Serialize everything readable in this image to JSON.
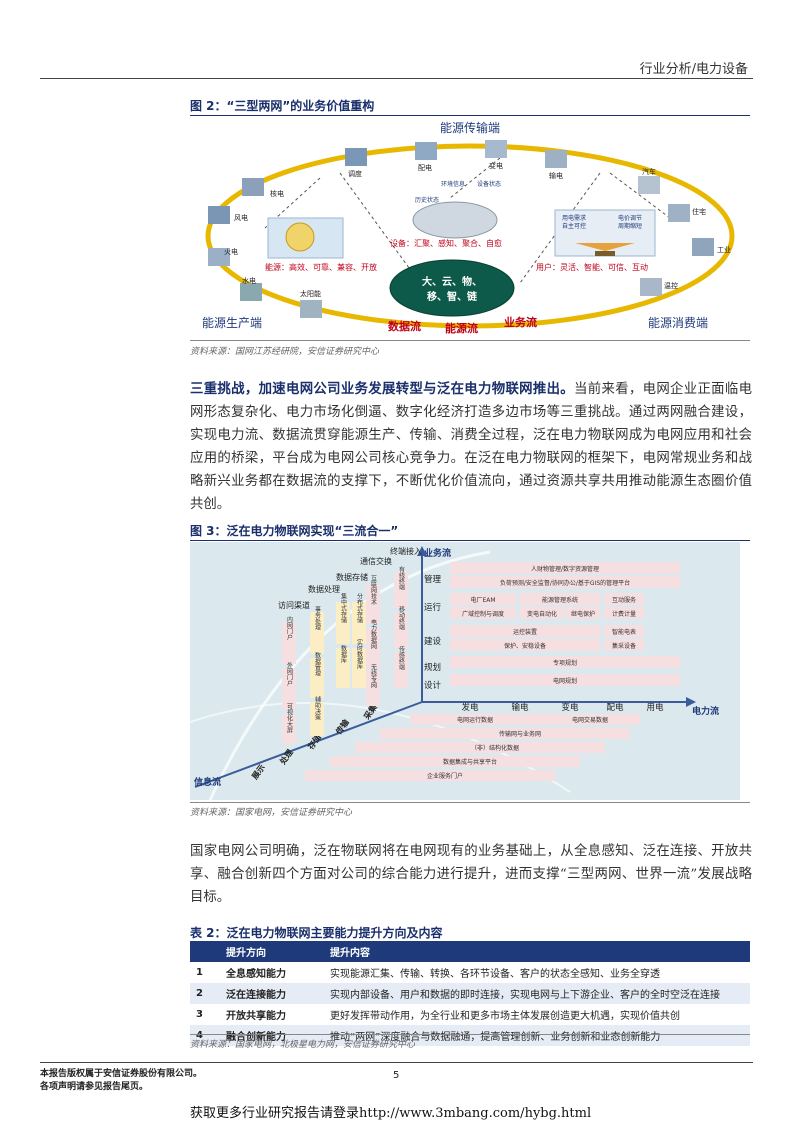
{
  "header": {
    "section": "行业分析/电力设备"
  },
  "figure2": {
    "title": "图 2：“三型两网”的业务价值重构",
    "source": "资料来源：国网江苏经研院，安信证券研究中心",
    "labels": {
      "transmission_end": "能源传输端",
      "production_end": "能源生产端",
      "consumption_end": "能源消费端",
      "center": [
        "大、云、物、",
        "移、智、链"
      ],
      "left_box": "能源：高效、可靠、兼容、开放",
      "mid_box": "设备：汇聚、感知、聚合、自愈",
      "right_box": "用户：灵活、智能、可信、互动",
      "flows": [
        "数据流",
        "能源流",
        "业务流"
      ],
      "nodes": [
        "核电",
        "风电",
        "火电",
        "水电",
        "太阳能",
        "调度",
        "配电",
        "变电",
        "输电",
        "汽车",
        "住宅",
        "工业",
        "温控"
      ],
      "mid_tags": [
        "历史状态",
        "环境信息",
        "设备状态"
      ],
      "right_tags": [
        "用电需求",
        "自主可控",
        "电价调节",
        "周期缩短"
      ]
    }
  },
  "paragraph1": {
    "lead": "三重挑战，加速电网公司业务发展转型与泛在电力物联网推出。",
    "text": "当前来看，电网企业正面临电网形态复杂化、电力市场化倒逼、数字化经济打造多边市场等三重挑战。通过两网融合建设，实现电力流、数据流贯穿能源生产、传输、消费全过程，泛在电力物联网成为电网应用和社会应用的桥梁，平台成为电网公司核心竞争力。在泛在电力物联网的框架下，电网常规业务和战略新兴业务都在数据流的支撑下，不断优化价值流向，通过资源共享共用推动能源生态圈价值共创。"
  },
  "figure3": {
    "title": "图 3：泛在电力物联网实现“三流合一”",
    "source": "资料来源：国家电网，安信证券研究中心",
    "axes": {
      "business": "业务流",
      "power": "电力流",
      "info": "信息流"
    },
    "business_levels": [
      "管理",
      "运行",
      "建设",
      "规划",
      "设计"
    ],
    "power_stages": [
      "发电",
      "输电",
      "变电",
      "配电",
      "用电"
    ],
    "info_stages": [
      "采集",
      "传输",
      "存储",
      "处理",
      "展示"
    ],
    "top_heads": [
      "访问渠道",
      "数据处理",
      "数据存储",
      "通信交换",
      "终端接入"
    ],
    "cells": {
      "mgmt1": "人财物管理/数字资源管理",
      "mgmt2": "负荷预测/安全监督/协同办公/基于GIS的管理平台",
      "op1": "电厂EAM",
      "op2": "能源管理系统",
      "op3": "互动服务",
      "op4": "广域控制与调度",
      "op5": "变电自动化",
      "op6": "继电保护",
      "op7": "计费计量",
      "build1": "运控装置",
      "build2": "智能电表",
      "build3": "保护、安稳设备",
      "build4": "集采设备",
      "plan": "专项规划",
      "design": "电网规划",
      "row1a": "电网运行数据",
      "row1b": "电网交易数据",
      "row2": "传输网与业务网",
      "row3": "（非）结构化数据",
      "row4": "数据集成与共享平台",
      "row5": "企业服务门户"
    },
    "vert_cols": [
      "内网门户",
      "外网门户",
      "可视化大屏",
      "事务处理",
      "数据管理",
      "辅助决策",
      "集中式存储",
      "分布式存储",
      "数据库",
      "实时数据库",
      "互联网技术",
      "电力数据网",
      "无线专网",
      "有线终端",
      "移动终端",
      "传感终端"
    ]
  },
  "paragraph2": {
    "text": "国家电网公司明确，泛在物联网将在电网现有的业务基础上，从全息感知、泛在连接、开放共享、融合创新四个方面对公司的综合能力进行提升，进而支撑“三型两网、世界一流”发展战略目标。"
  },
  "table2": {
    "title": "表 2：泛在电力物联网主要能力提升方向及内容",
    "headers": [
      "提升方向",
      "提升内容"
    ],
    "rows": [
      {
        "n": "1",
        "dir": "全息感知能力",
        "content": "实现能源汇集、传输、转换、各环节设备、客户的状态全感知、业务全穿透"
      },
      {
        "n": "2",
        "dir": "泛在连接能力",
        "content": "实现内部设备、用户和数据的即时连接，实现电网与上下游企业、客户的全时空泛在连接"
      },
      {
        "n": "3",
        "dir": "开放共享能力",
        "content": "更好发挥带动作用，为全行业和更多市场主体发展创造更大机遇，实现价值共创"
      },
      {
        "n": "4",
        "dir": "融合创新能力",
        "content": "推动“两网”深度融合与数据融通，提高管理创新、业务创新和业态创新能力"
      }
    ],
    "source": "资料来源：国家电网，北极星电力网，安信证券研究中心"
  },
  "footer": {
    "line1": "本报告版权属于安信证券股份有限公司。",
    "line2": "各项声明请参见报告尾页。",
    "page": "5",
    "url": "获取更多行业研究报告请登录http://www.3mbang.com/hybg.html"
  }
}
